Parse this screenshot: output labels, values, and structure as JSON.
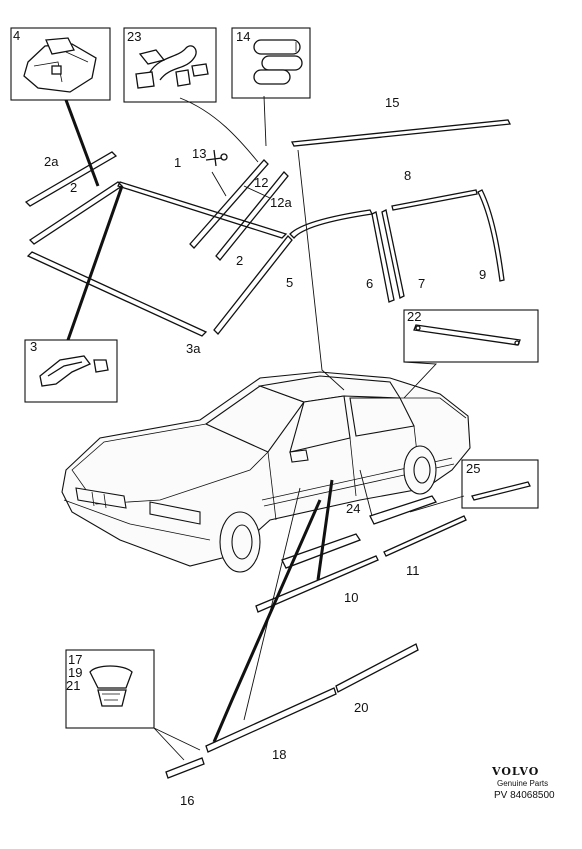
{
  "callouts": {
    "c1": "1",
    "c2": "2",
    "c2a": "2a",
    "c3": "3",
    "c3a": "3a",
    "c4": "4",
    "c5": "5",
    "c6": "6",
    "c7": "7",
    "c8": "8",
    "c9": "9",
    "c10": "10",
    "c11": "11",
    "c12": "12",
    "c12a": "12a",
    "c13": "13",
    "c14": "14",
    "c15": "15",
    "c16": "16",
    "c17": "17",
    "c18": "18",
    "c19": "19",
    "c20": "20",
    "c21": "21",
    "c22": "22",
    "c23": "23",
    "c24": "24",
    "c25": "25"
  },
  "brand": {
    "name": "VOLVO",
    "tagline": "Genuine Parts",
    "code": "PV 84068500"
  }
}
